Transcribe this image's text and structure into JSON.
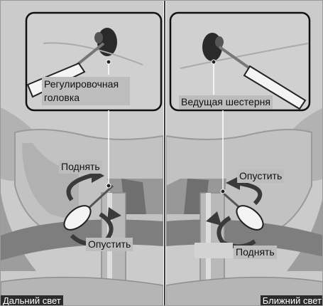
{
  "left_panel": {
    "callout_label": "Регулировочная головка",
    "raise_label": "Поднять",
    "lower_label": "Опустить",
    "caption": "Дальний свет"
  },
  "right_panel": {
    "callout_label": "Ведущая шестерня",
    "lower_label": "Опустить",
    "raise_label": "Поднять",
    "caption": "Ближний свет"
  },
  "colors": {
    "background": "#cfcfcf",
    "label_background": "#bdbdbd",
    "caption_background": "#2b2b2b",
    "arrow": "#2f2f2f",
    "line": "#ffffff"
  }
}
